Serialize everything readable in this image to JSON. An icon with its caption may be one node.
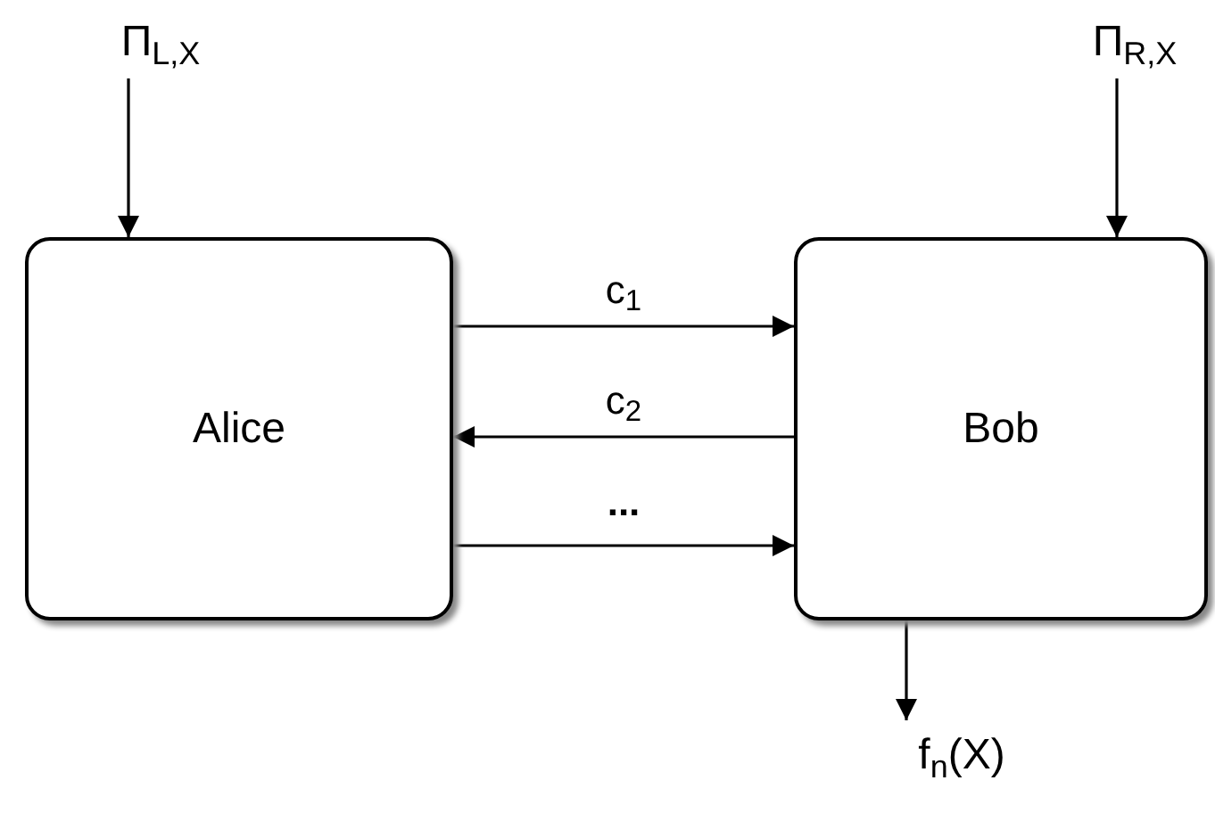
{
  "diagram": {
    "nodes": [
      {
        "text": [
          "Π$_{L,X}$"
        ]
      },
      {
        "text": [
          "Π$_{R,X}$"
        ]
      },
      {
        "text": [
          "Alice"
        ]
      },
      {
        "text": [
          "Bob"
        ]
      },
      {
        "text": [
          "f$_{n}$(X)"
        ]
      }
    ],
    "edges": [
      {
        "from": 0,
        "to": 2,
        "arrow": "to"
      },
      {
        "from": 1,
        "to": 3,
        "arrow": "to"
      },
      {
        "from": 2,
        "to": 3,
        "arrow": "to",
        "label": "c$_{1}$"
      },
      {
        "from": 3,
        "to": 2,
        "arrow": "to",
        "label": "c$_{2}$"
      },
      {
        "from": 2,
        "to": 3,
        "arrow": "to",
        "label": "..."
      },
      {
        "from": 3,
        "to": 4,
        "arrow": "to"
      }
    ]
  }
}
